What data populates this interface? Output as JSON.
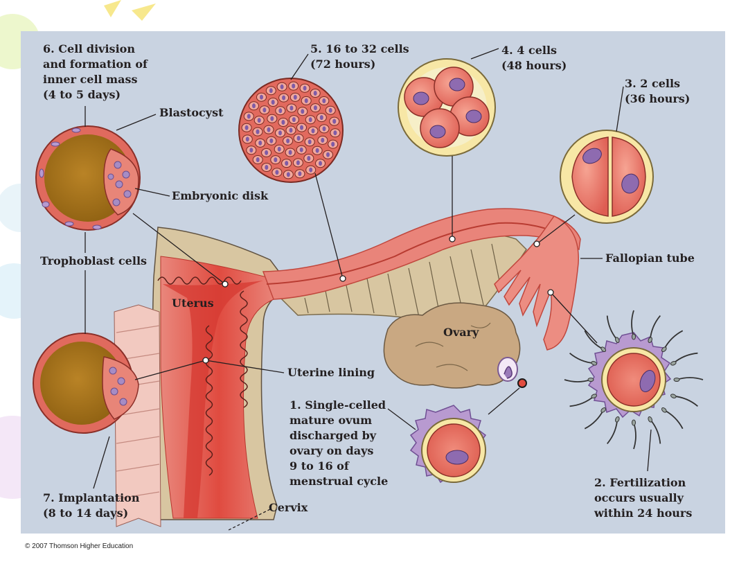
{
  "labels": {
    "stage6": "6. Cell division\n    and formation of\n    inner cell mass\n    (4 to 5 days)",
    "blastocyst": "Blastocyst",
    "embryonic_disk": "Embryonic disk",
    "trophoblast": "Trophoblast cells",
    "stage5": "5. 16 to 32 cells\n    (72 hours)",
    "stage4": "4. 4 cells\n    (48 hours)",
    "stage3": "3. 2 cells\n    (36 hours)",
    "fallopian_tube": "Fallopian tube",
    "uterus": "Uterus",
    "ovary": "Ovary",
    "uterine_lining": "Uterine lining",
    "stage1": "1. Single-celled\n    mature ovum\n    discharged by\n    ovary on days\n    9 to 16 of\n    menstrual cycle",
    "stage2": "2. Fertilization\n    occurs usually\n    within 24 hours",
    "stage7": "7. Implantation\n    (8 to 14 days)",
    "cervix": "Cervix"
  },
  "copyright": "© 2007 Thomson Higher Education",
  "colors": {
    "panel_bg": "#c9d3e1",
    "tube_pink": "#e8877b",
    "tube_red": "#d9413a",
    "ovary_tan": "#c9a882",
    "ligament_tan": "#d8c6a1",
    "cell_red": "#e3685e",
    "nucleus_purple": "#8e6bb0",
    "zona_yellow": "#f7e7a6",
    "blastocyst_brown": "#a9751d",
    "corona_purple": "#b89ad0"
  }
}
